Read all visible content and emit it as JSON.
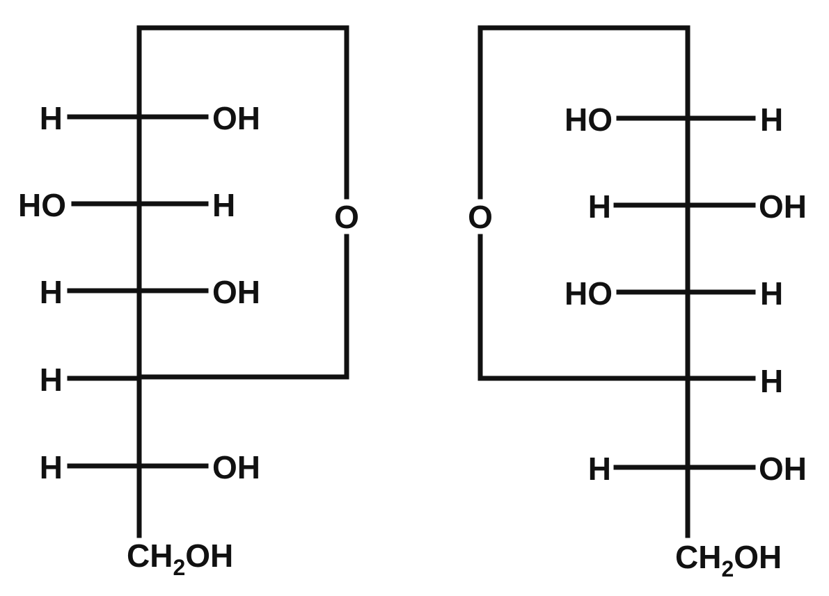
{
  "structures": [
    {
      "name": "left-structure",
      "rows": [
        {
          "left": "H",
          "right": "OH"
        },
        {
          "left": "HO",
          "right": "H"
        },
        {
          "left": "H",
          "right": "OH"
        },
        {
          "left": "H",
          "right": ""
        },
        {
          "left": "H",
          "right": "OH"
        }
      ],
      "ring_oxygen": "O",
      "bottom_group": {
        "prefix": "CH",
        "subscript": "2",
        "suffix": "OH"
      }
    },
    {
      "name": "right-structure",
      "rows": [
        {
          "left": "HO",
          "right": "H"
        },
        {
          "left": "H",
          "right": "OH"
        },
        {
          "left": "HO",
          "right": "H"
        },
        {
          "left": "",
          "right": "H"
        },
        {
          "left": "H",
          "right": "OH"
        }
      ],
      "ring_oxygen": "O",
      "bottom_group": {
        "prefix": "CH",
        "subscript": "2",
        "suffix": "OH"
      }
    }
  ]
}
